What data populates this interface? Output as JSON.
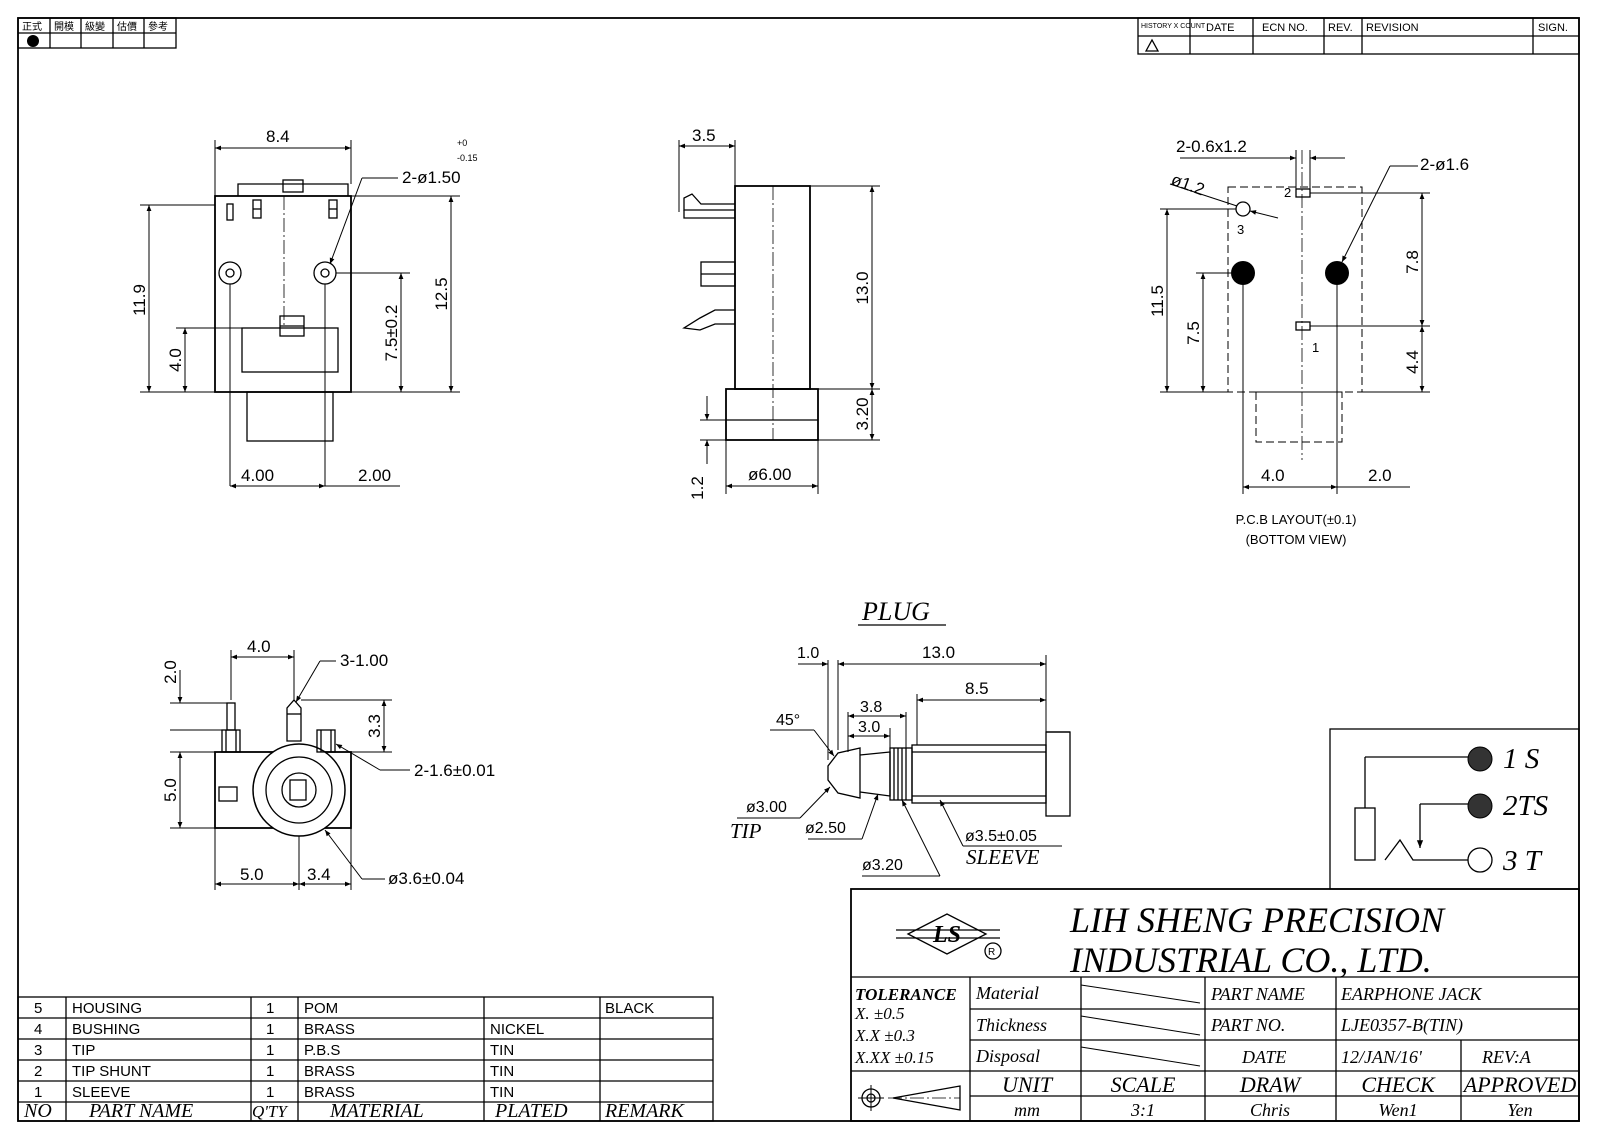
{
  "top_left_box": {
    "labels": [
      "正式",
      "開模",
      "級變",
      "估價",
      "參考"
    ]
  },
  "revision_header": {
    "history": "HISTORY X COUNT",
    "date": "DATE",
    "ecn": "ECN NO.",
    "rev": "REV.",
    "revision": "REVISION",
    "sign": "SIGN."
  },
  "front_view": {
    "w84": "8.4",
    "tol_plus": "+0",
    "tol_minus": "-0.15",
    "holes": "2-ø1.50",
    "h119": "11.9",
    "h125": "12.5",
    "h40": "4.0",
    "h75": "7.5±0.2",
    "b400": "4.00",
    "b200": "2.00"
  },
  "side_view": {
    "w35": "3.5",
    "h130": "13.0",
    "h320": "3.20",
    "h12": "1.2",
    "d600": "ø6.00"
  },
  "pcb_view": {
    "slots": "2-0.6x1.2",
    "hole12": "ø1.2",
    "holes16": "2-ø1.6",
    "h115": "11.5",
    "h75": "7.5",
    "h78": "7.8",
    "h44": "4.4",
    "b40": "4.0",
    "b20": "2.0",
    "pin1": "1",
    "pin2": "2",
    "pin3": "3",
    "cap1": "P.C.B LAYOUT(±0.1)",
    "cap2": "(BOTTOM VIEW)"
  },
  "bottom_view": {
    "w40": "4.0",
    "pins": "3-1.00",
    "h20": "2.0",
    "h33": "3.3",
    "h50": "5.0",
    "pin16": "2-1.6±0.01",
    "b50": "5.0",
    "b34": "3.4",
    "d36": "ø3.6±0.04"
  },
  "plug": {
    "title": "PLUG",
    "l10": "1.0",
    "l130": "13.0",
    "l85": "8.5",
    "l38": "3.8",
    "l30": "3.0",
    "ang": "45°",
    "d300": "ø3.00",
    "tip": "TIP",
    "d250": "ø2.50",
    "d35": "ø3.5±0.05",
    "sleeve": "SLEEVE",
    "d320": "ø3.20"
  },
  "schematic": {
    "p1": "1  S",
    "p2": "2TS",
    "p3": "3  T"
  },
  "title_block": {
    "company1": "LIH  SHENG  PRECISION",
    "company2": "INDUSTRIAL  CO.,  LTD.",
    "tolerance": "TOLERANCE",
    "tol1": "X.    ±0.5",
    "tol2": "X.X   ±0.3",
    "tol3": "X.XX  ±0.15",
    "material": "Material",
    "thickness": "Thickness",
    "disposal": "Disposal",
    "part_name_label": "PART  NAME",
    "part_name": "EARPHONE  JACK",
    "part_no_label": "PART  NO.",
    "part_no": "LJE0357-B(TIN)",
    "date_label": "DATE",
    "date": "12/JAN/16'",
    "rev": "REV:A",
    "unit_label": "UNIT",
    "unit": "mm",
    "scale_label": "SCALE",
    "scale": "3:1",
    "draw_label": "DRAW",
    "draw": "Chris",
    "check_label": "CHECK",
    "check": "Wen1",
    "approved_label": "APPROVED",
    "approved": "Yen"
  },
  "bom": {
    "headers": [
      "NO",
      "PART  NAME",
      "Q'TY",
      "MATERIAL",
      "PLATED",
      "REMARK"
    ],
    "rows": [
      [
        "5",
        "HOUSING",
        "1",
        "POM",
        "",
        "BLACK"
      ],
      [
        "4",
        "BUSHING",
        "1",
        "BRASS",
        "NICKEL",
        ""
      ],
      [
        "3",
        "TIP",
        "1",
        "P.B.S",
        "TIN",
        ""
      ],
      [
        "2",
        "TIP  SHUNT",
        "1",
        "BRASS",
        "TIN",
        ""
      ],
      [
        "1",
        "SLEEVE",
        "1",
        "BRASS",
        "TIN",
        ""
      ]
    ]
  }
}
